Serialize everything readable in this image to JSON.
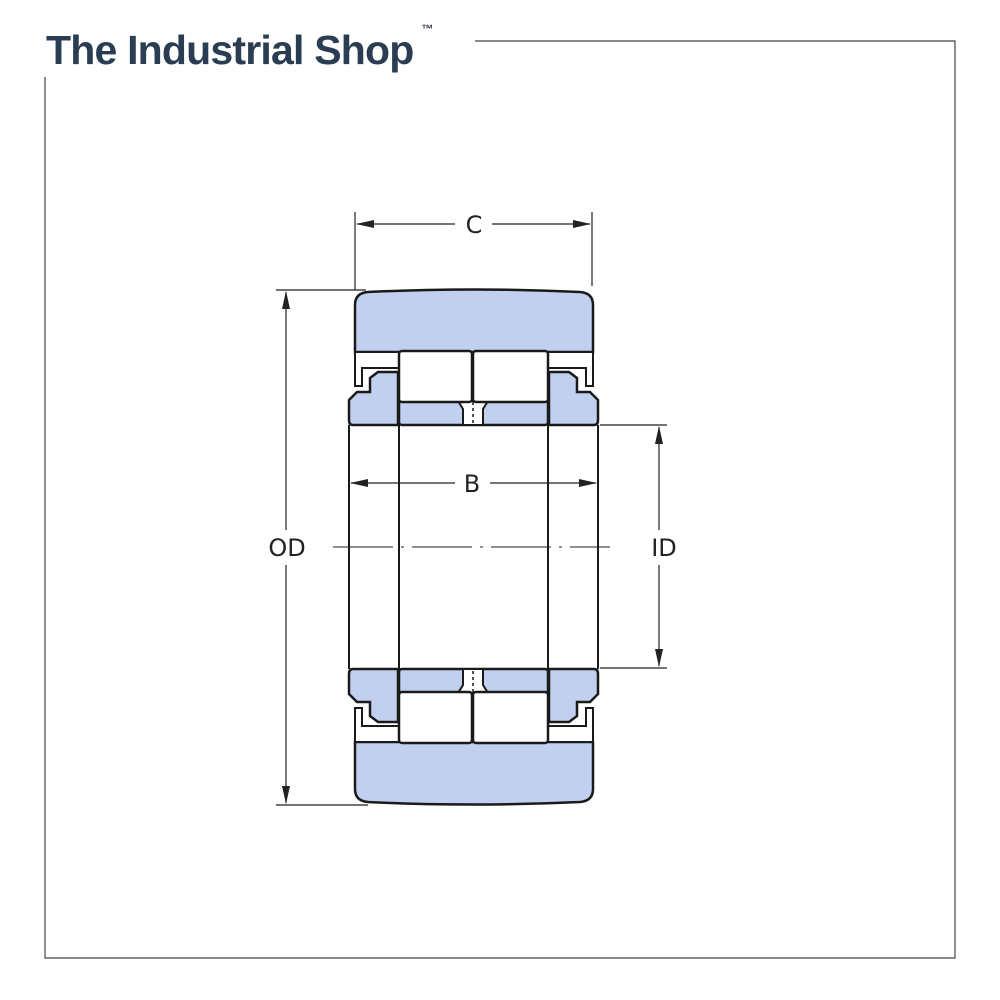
{
  "brand": {
    "name": "The Industrial Shop",
    "trademark": "™"
  },
  "diagram": {
    "title": "Bearing cross-section",
    "labels": {
      "width_outer": "C",
      "width_inner": "B",
      "outer_diameter": "OD",
      "inner_diameter": "ID"
    },
    "colors": {
      "fill": "#c1d0ef",
      "stroke": "#1a1a1a",
      "frame": "#444444",
      "brand": "#2a3d52"
    }
  }
}
